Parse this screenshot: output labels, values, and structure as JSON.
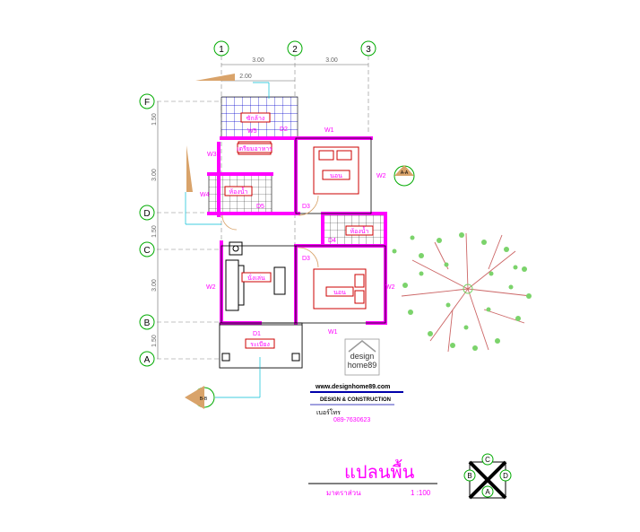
{
  "grid_columns": [
    "1",
    "2",
    "3"
  ],
  "grid_rows": [
    "F",
    "D",
    "C",
    "B",
    "A"
  ],
  "dimensions": {
    "top_span_1": "3.00",
    "top_span_2": "3.00",
    "top_sub": "2.00",
    "left_f_d_a": "1.50",
    "left_f_d_b": "3.00",
    "left_f_d_c": "1.50",
    "left_c_b": "3.00",
    "left_b_a": "1.50"
  },
  "rooms": {
    "kitchen": "ซักล้าง",
    "dining": "เตรียมอาหาร",
    "bath1": "ห้องน้ำ",
    "bed1": "นอน",
    "bath2": "ห้องน้ำ",
    "living": "นั่งเล่น",
    "bed2": "นอน",
    "porch": "ระเบียง"
  },
  "tags": {
    "w1_top": "W1",
    "w2_right_top": "W2",
    "w3": "W3",
    "w4": "W4",
    "w5": "W5",
    "w2_left": "W2",
    "w2_right_bot": "W2",
    "w1_bottom": "W1",
    "d2": "D2",
    "d3_top": "D3",
    "d3_bot": "D3",
    "d4": "D4",
    "d1": "D1",
    "d5": "D5"
  },
  "section_marks": {
    "section_right": "A-A",
    "section_left": "B-B"
  },
  "logo": {
    "line1": "design",
    "line2": "home89"
  },
  "company": {
    "website": "www.designhome89.com",
    "tagline": "DESIGN & CONSTRUCTION",
    "phone_label": "เบอร์โทร",
    "phone": "089-7630623"
  },
  "title_block": {
    "title": "แปลนพื้น",
    "scale_label": "มาตราส่วน",
    "scale_value": "1 :100"
  },
  "compass": {
    "top": "C",
    "left": "B",
    "right": "D",
    "bottom": "A"
  },
  "colors": {
    "wall": "#ff00ff",
    "furniture": "#cc0000",
    "grid": "#00aa00",
    "tile": "#0000cc",
    "dimension": "#666666",
    "leader": "#00bcd4"
  }
}
